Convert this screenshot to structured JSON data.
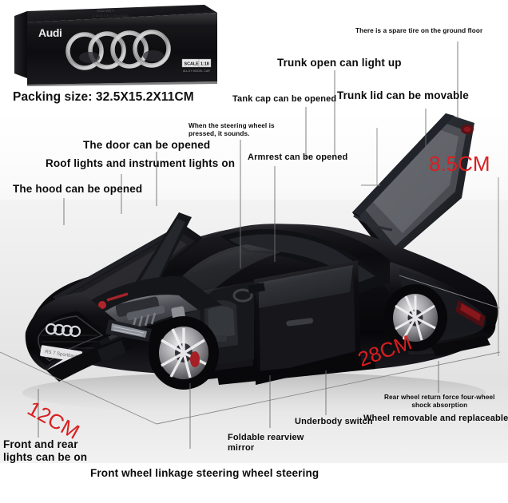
{
  "product": {
    "brand": "Audi",
    "model_hint": "RS 7 Sportback",
    "scale_badge_label": "SCALE",
    "scale_badge_value": "1:18"
  },
  "packaging": {
    "packing_size_label": "Packing size: 32.5X15.2X11CM"
  },
  "dimensions": {
    "height": "8.5CM",
    "length": "28CM",
    "width": "12CM"
  },
  "annotations": {
    "spare_tire": "There is a spare tire on the ground floor",
    "trunk_light": "Trunk open can light up",
    "tank_cap": "Tank cap can be opened",
    "trunk_lid": "Trunk lid can be movable",
    "steering_sound": "When the steering wheel is pressed, it sounds.",
    "door_open": "The door can be opened",
    "armrest": "Armrest can be opened",
    "roof_lights": "Roof lights and instrument lights on",
    "hood_open": "The hood can be opened",
    "front_rear_lights": "Front and rear\nlights can be on",
    "front_rear_lights_line1": "Front and rear",
    "front_rear_lights_line2": "lights can be on",
    "foldable_mirror_line1": "Foldable rearview",
    "foldable_mirror_line2": "mirror",
    "front_wheel_steering": "Front wheel linkage steering wheel steering",
    "underbody_switch": "Underbody switch",
    "rear_shock_line1": "Rear wheel return force four-wheel",
    "rear_shock_line2": "shock absorption",
    "wheel_removable": "Wheel removable and replaceable tire"
  },
  "colors": {
    "dimension_red": "#d81f21",
    "text_black": "#0b0b0b",
    "guide_grey": "#8c8c8c",
    "car_black": "#121214",
    "background": "#ffffff"
  }
}
